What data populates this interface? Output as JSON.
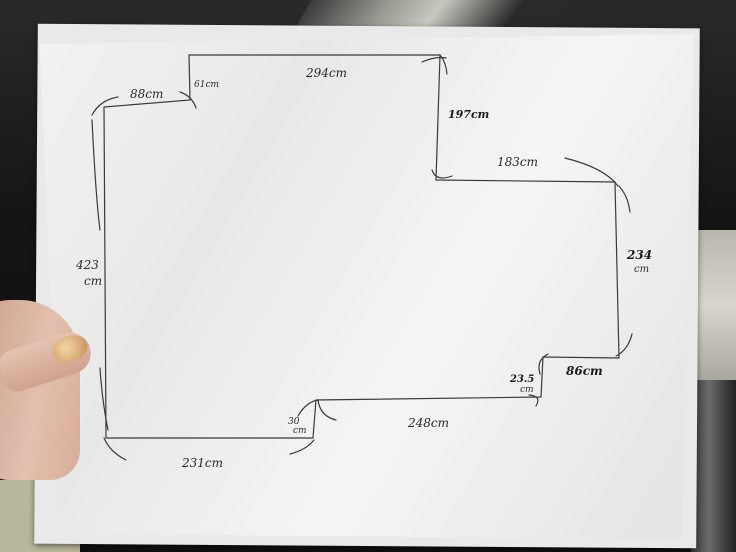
{
  "scene": {
    "subject": "Hand-drawn floor plan sketch on white paper held by a hand",
    "nail-color": "#d7a775",
    "paper-color": "#f0f0f0",
    "ink-color": "#2a2a2a"
  },
  "floor_plan": {
    "unit": "cm",
    "dimensions": {
      "top_left_horizontal": "88cm",
      "top_left_step": "61cm",
      "top": "294cm",
      "right_upper_vertical": "197cm",
      "right_upper_horizontal": "183cm",
      "right_side_value": "234",
      "right_side_unit": "cm",
      "bottom_right_horizontal": "86cm",
      "bottom_right_step_value": "23.5",
      "bottom_right_step_unit": "cm",
      "bottom_middle": "248cm",
      "bottom_step_value": "30",
      "bottom_step_unit": "cm",
      "bottom_left": "231cm",
      "left_side_value": "423",
      "left_side_unit": "cm"
    }
  }
}
